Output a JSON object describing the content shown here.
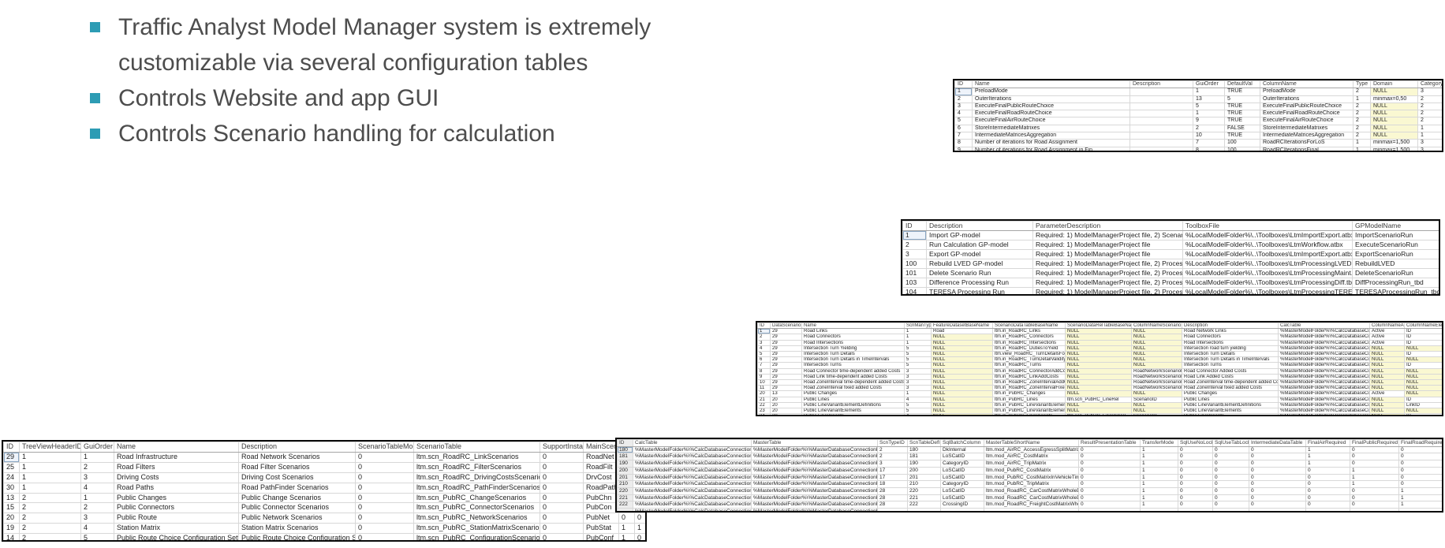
{
  "colors": {
    "bullet_square": "#2D9CB4",
    "body_text": "#4D4D4D",
    "null_cell_bg": "#FAF8D2",
    "grid_line": "#D8D8D8",
    "table_border": "#0A0A0A"
  },
  "slide": {
    "bullets": [
      "Traffic Analyst Model Manager system is extremely customizable via several configuration tables",
      "Controls Website and app GUI",
      "Controls Scenario handling for calculation"
    ]
  },
  "tables": {
    "parameters": {
      "columns": [
        "ID",
        "Name",
        "Description",
        "GuiOrder",
        "DefaultVal",
        "ColumnName",
        "Type",
        "Domain",
        "CategoryID"
      ],
      "rows": [
        [
          "1",
          "PreloadMode",
          "",
          "1",
          "TRUE",
          "PreloadMode",
          "2",
          "NULL",
          "3"
        ],
        [
          "2",
          "OuterIterations",
          "",
          "13",
          "5",
          "OuterIterations",
          "1",
          "minmax=0,50",
          "2"
        ],
        [
          "3",
          "ExecuteFinalPublicRouteChoice",
          "",
          "5",
          "TRUE",
          "ExecuteFinalPublicRouteChoice",
          "2",
          "NULL",
          "2"
        ],
        [
          "4",
          "ExecuteFinalRoadRouteChoice",
          "",
          "1",
          "TRUE",
          "ExecuteFinalRoadRouteChoice",
          "2",
          "NULL",
          "2"
        ],
        [
          "5",
          "ExecuteFinalAirRouteChoice",
          "",
          "9",
          "TRUE",
          "ExecuteFinalAirRouteChoice",
          "2",
          "NULL",
          "2"
        ],
        [
          "6",
          "StoreIntermediateMatrixes",
          "",
          "2",
          "FALSE",
          "StoreIntermediateMatrixes",
          "2",
          "NULL",
          "1"
        ],
        [
          "7",
          "IntermediateMatricesAggregation",
          "",
          "10",
          "TRUE",
          "IntermediateMatricesAggregation",
          "2",
          "NULL",
          "1"
        ],
        [
          "8",
          "Number of iterations for Road Assignment",
          "",
          "7",
          "100",
          "RoadRCIterationsForLoS",
          "1",
          "minmax=1,500",
          "3"
        ],
        [
          "9",
          "Number of iterations for Road Assignment in Fin...",
          "",
          "8",
          "100",
          "RoadRCIterationsFinal",
          "1",
          "minmax=1,500",
          "3"
        ]
      ]
    },
    "gp_models": {
      "columns": [
        "ID",
        "Description",
        "ParameterDescription",
        "ToolboxFile",
        "GPModelName"
      ],
      "rows": [
        [
          "1",
          "Import GP-model",
          "Required: 1) ModelManagerProject file, 2) Scenar...",
          "%LocalModelFolder%\\..\\Toolboxes\\LtmImportExport.atbx",
          "ImportScenarioRun"
        ],
        [
          "2",
          "Run Calculation GP-model",
          "Required: 1) ModelManagerProject file",
          "%LocalModelFolder%\\..\\Toolboxes\\LtmWorkflow.atbx",
          "ExecuteScenarioRun"
        ],
        [
          "3",
          "Export GP-model",
          "Required: 1) ModelManagerProject file",
          "%LocalModelFolder%\\..\\Toolboxes\\LtmImportExport.atbx",
          "ExportScenarioRun"
        ],
        [
          "100",
          "Rebuild LVED GP-model",
          "Required: 1) ModelManagerProject file, 2) Proces...",
          "%LocalModelFolder%\\..\\Toolboxes\\LtmProcessingLVED...",
          "RebuildLVED"
        ],
        [
          "101",
          "Delete Scenario Run",
          "Required: 1) ModelManagerProject file, 2) Proces...",
          "%LocalModelFolder%\\..\\Toolboxes\\LtmProcessingMaint...",
          "DeleteScenarioRun"
        ],
        [
          "103",
          "Difference Processing Run",
          "Required: 1) ModelManagerProject file, 2) Proces...",
          "%LocalModelFolder%\\..\\Toolboxes\\LtmProcessingDiff.tbx",
          "DiffProcessingRun_tbd"
        ],
        [
          "104",
          "TERESA Processing Run",
          "Required: 1) ModelManagerProject file, 2) Proces...",
          "%LocalModelFolder%\\..\\Toolboxes\\LtmProcessingTERE...",
          "TERESAProcessingRun_tbd"
        ]
      ]
    },
    "scenario_data": {
      "columns": [
        "ID",
        "DataScenarioID",
        "Name",
        "ScnManType",
        "FeatureDatasetBaseName",
        "ScenarioDataTableBaseName",
        "ScenarioDataRelTableBaseName",
        "ColumnNameScenarioID",
        "Description",
        "CalcTable",
        "ColumnNameActive",
        "ColumnNameElementID"
      ],
      "rows": [
        [
          "1",
          "29",
          "Road Links",
          "1",
          "Road",
          "ltm.in_RoadRC_Links",
          "NULL",
          "NULL",
          "Road Network Links",
          "%MasterModelFolder%\\%CalcDatabaseConnectionFile...",
          "Active",
          "ID"
        ],
        [
          "2",
          "29",
          "Road Connectors",
          "1",
          "NULL",
          "ltm.in_RoadRC_Connectors",
          "NULL",
          "NULL",
          "Road Connectors",
          "%MasterModelFolder%\\%CalcDatabaseConnectionFile...",
          "Active",
          "ID"
        ],
        [
          "3",
          "29",
          "Road Intersections",
          "1",
          "NULL",
          "ltm.in_RoadRC_Intersections",
          "NULL",
          "NULL",
          "Road Intersections",
          "%MasterModelFolder%\\%CalcDatabaseConnectionFile...",
          "Active",
          "ID"
        ],
        [
          "4",
          "29",
          "Intersection Turn Yielding",
          "5",
          "NULL",
          "ltm.in_RoadRC_DutiesToYield",
          "NULL",
          "NULL",
          "Intersection road turn yielding",
          "%MasterModelFolder%\\%CalcDatabaseConnectionFile...",
          "NULL",
          "NULL"
        ],
        [
          "5",
          "29",
          "Intersection Turn Details",
          "5",
          "NULL",
          "ltm.view_RoadRC_TurnDetailsForImport",
          "NULL",
          "NULL",
          "Intersection Turn Details",
          "%MasterModelFolder%\\%CalcDatabaseConnectionFile...",
          "NULL",
          "ID"
        ],
        [
          "6",
          "29",
          "Intersection Turn Details in TimeIntervals",
          "5",
          "NULL",
          "ltm.in_RoadRC_TurnDetailValidity",
          "NULL",
          "NULL",
          "Intersection Turn Details in TimeIntervals",
          "%MasterModelFolder%\\%CalcDatabaseConnectionFile...",
          "NULL",
          "NULL"
        ],
        [
          "7",
          "29",
          "Intersection Turns",
          "5",
          "NULL",
          "ltm.in_RoadRC_Turns",
          "NULL",
          "NULL",
          "Intersection Turns",
          "%MasterModelFolder%\\%CalcDatabaseConnectionFile...",
          "NULL",
          "ID"
        ],
        [
          "8",
          "29",
          "Road Connector time-dependent added Costs",
          "3",
          "NULL",
          "ltm.in_RoadRC_ConnectorAddCosts",
          "NULL",
          "RoadNetworkScenarioID",
          "Road Connector Added Costs",
          "%MasterModelFolder%\\%CalcDatabaseConnectionFile...",
          "NULL",
          "NULL"
        ],
        [
          "9",
          "29",
          "Road Link time-dependent added Costs",
          "3",
          "NULL",
          "ltm.in_RoadRC_LinkAddCosts",
          "NULL",
          "RoadNetworkScenarioID",
          "Road Link Added Costs",
          "%MasterModelFolder%\\%CalcDatabaseConnectionFile...",
          "NULL",
          "NULL"
        ],
        [
          "10",
          "29",
          "Road ZoneInterval time-dependent added Costs",
          "3",
          "NULL",
          "ltm.in_RoadRC_ZoneIntervalAddCosts",
          "NULL",
          "RoadNetworkScenarioID",
          "Road ZoneInterval time-dependent added Costs",
          "%MasterModelFolder%\\%CalcDatabaseConnectionFile...",
          "NULL",
          "NULL"
        ],
        [
          "11",
          "29",
          "Road ZoneInterval fixed added Costs",
          "3",
          "NULL",
          "ltm.in_RoadRC_ZoneIntervalFixedCosts",
          "NULL",
          "RoadNetworkScenarioID",
          "Road ZoneInterval fixed added Costs",
          "%MasterModelFolder%\\%CalcDatabaseConnectionFile...",
          "NULL",
          "NULL"
        ],
        [
          "20",
          "13",
          "Public Changes",
          "1",
          "NULL",
          "ltm.in_PubRC_Changes",
          "NULL",
          "NULL",
          "Public Changes",
          "%MasterModelFolder%\\%CalcDatabaseConnectionFile...",
          "Active",
          "NULL"
        ],
        [
          "21",
          "20",
          "Public Lines",
          "4",
          "NULL",
          "ltm.in_PubRC_Lines",
          "ltm.scn_PubRC_LineRel",
          "ScenarioID",
          "Public Lines",
          "%MasterModelFolder%\\%CalcDatabaseConnectionFile...",
          "NULL",
          "ID"
        ],
        [
          "22",
          "20",
          "Public LineVariantElementDefinitions",
          "5",
          "NULL",
          "ltm.in_PubRC_LineVariantElementDefinitions",
          "NULL",
          "NULL",
          "Public LineVariantElementDefinitions",
          "%MasterModelFolder%\\%CalcDatabaseConnectionFile...",
          "NULL",
          "LinkID"
        ],
        [
          "23",
          "20",
          "Public LineVariantElements",
          "5",
          "NULL",
          "ltm.in_PubRC_LineVariantElements",
          "NULL",
          "NULL",
          "Public LineVariantElements",
          "%MasterModelFolder%\\%CalcDatabaseConnectionFile...",
          "NULL",
          "NULL"
        ],
        [
          "24",
          "20",
          "Public LineVariants",
          "4",
          "NULL",
          "ltm.in_PubRC_LineVariants",
          "ltm.scn_PubRC_LineVarRel",
          "ScenarioID",
          "Public LineVariants",
          "%MasterModelFolder%\\%CalcDatabaseConnectionFile...",
          "NULL",
          "ID"
        ]
      ]
    },
    "scenario_types": {
      "columns": [
        "ID",
        "TreeViewHeaderID",
        "GuiOrder",
        "Name",
        "Description",
        "ScenarioTableMode",
        "ScenarioTable",
        "SupportInstances",
        "MainScen",
        "",
        ""
      ],
      "rows": [
        [
          "29",
          "1",
          "1",
          "Road Infrastructure",
          "Road Network Scenarios",
          "0",
          "ltm.scn_RoadRC_LinkScenarios",
          "0",
          "RoadNet",
          "",
          ""
        ],
        [
          "25",
          "1",
          "2",
          "Road Filters",
          "Road Filter Scenarios",
          "0",
          "ltm.scn_RoadRC_FilterScenarios",
          "0",
          "RoadFilt",
          "",
          ""
        ],
        [
          "24",
          "1",
          "3",
          "Driving Costs",
          "Driving Cost Scenarios",
          "0",
          "ltm.scn_RoadRC_DrivingCostsScenarios",
          "0",
          "DrvCost",
          "",
          ""
        ],
        [
          "30",
          "1",
          "4",
          "Road Paths",
          "Road PathFinder Scenarios",
          "0",
          "ltm.scn_RoadRC_PathFinderScenarios",
          "0",
          "RoadPath",
          "",
          ""
        ],
        [
          "13",
          "2",
          "1",
          "Public Changes",
          "Public Change Scenarios",
          "0",
          "ltm.scn_PubRC_ChangeScenarios",
          "0",
          "PubChn",
          "",
          ""
        ],
        [
          "15",
          "2",
          "2",
          "Public Connectors",
          "Public Connector Scenarios",
          "0",
          "ltm.scn_PubRC_ConnectorScenarios",
          "0",
          "PubCon",
          "",
          ""
        ],
        [
          "20",
          "2",
          "3",
          "Public Route",
          "Public Network Scenarios",
          "0",
          "ltm.scn_PubRC_NetworkScenarios",
          "0",
          "PubNet",
          "0",
          "0"
        ],
        [
          "19",
          "2",
          "4",
          "Station Matrix",
          "Station Matrix Scenarios",
          "0",
          "ltm.scn_PubRC_StationMatrixScenarios",
          "0",
          "PubStat",
          "1",
          "1"
        ],
        [
          "14",
          "2",
          "5",
          "Public Route Choice Configuration Settings",
          "Public Route Choice Configuration Settings",
          "0",
          "ltm.scn_PubRC_ConfigurationScenarios",
          "0",
          "PubConf",
          "1",
          "0"
        ]
      ]
    },
    "calc_master": {
      "columns": [
        "ID",
        "CalcTable",
        "MasterTable",
        "ScnTypeID",
        "ScnTableDefID",
        "SqlBatchColumn",
        "MasterTableShortName",
        "ResultPresentationTable",
        "TransferMode",
        "SqlUseNoLock",
        "SqlUseTabLock",
        "IntermediateDataTable",
        "FinalAirRequired",
        "FinalPublicRequired",
        "FinalRoadRequired"
      ],
      "rows": [
        [
          "180",
          "%MasterModelFolder%\\%CalcDatabaseConnectionFile...",
          "%MasterModelFolder%\\%MasterDatabaseConnectionFile...",
          "2",
          "180",
          "DkInternal",
          "ltm.mod_AirRC_AccessEgressSplitMatrix",
          "0",
          "1",
          "0",
          "0",
          "0",
          "1",
          "0",
          "0"
        ],
        [
          "181",
          "%MasterModelFolder%\\%CalcDatabaseConnectionFile...",
          "%MasterModelFolder%\\%MasterDatabaseConnectionFile...",
          "2",
          "181",
          "LoSCatID",
          "ltm.mod_AirRC_CostMatrix",
          "0",
          "1",
          "0",
          "0",
          "0",
          "1",
          "0",
          "0"
        ],
        [
          "190",
          "%MasterModelFolder%\\%CalcDatabaseConnectionFile...",
          "%MasterModelFolder%\\%MasterDatabaseConnectionFile...",
          "3",
          "190",
          "CategoryID",
          "ltm.mod_AirRC_TripMatrix",
          "0",
          "1",
          "0",
          "0",
          "0",
          "1",
          "0",
          "0"
        ],
        [
          "200",
          "%MasterModelFolder%\\%CalcDatabaseConnectionFile...",
          "%MasterModelFolder%\\%MasterDatabaseConnectionFile...",
          "17",
          "200",
          "LoSCatID",
          "ltm.mod_PubRC_CostMatrix",
          "0",
          "1",
          "0",
          "0",
          "0",
          "0",
          "1",
          "0"
        ],
        [
          "201",
          "%MasterModelFolder%\\%CalcDatabaseConnectionFile...",
          "%MasterModelFolder%\\%MasterDatabaseConnectionFile...",
          "17",
          "201",
          "LoSCatID",
          "ltm.mod_PubRC_CostMatrixInVehicleTime",
          "0",
          "1",
          "0",
          "0",
          "0",
          "0",
          "1",
          "0"
        ],
        [
          "210",
          "%MasterModelFolder%\\%CalcDatabaseConnectionFile...",
          "%MasterModelFolder%\\%MasterDatabaseConnectionFile...",
          "18",
          "210",
          "CategoryID",
          "ltm.mod_PubRC_TripMatrix",
          "0",
          "1",
          "0",
          "0",
          "0",
          "0",
          "1",
          "0"
        ],
        [
          "220",
          "%MasterModelFolder%\\%CalcDatabaseConnectionFile...",
          "%MasterModelFolder%\\%MasterDatabaseConnectionFile...",
          "28",
          "220",
          "LoSCatID",
          "ltm.mod_RoadRC_CarCostMatrixWholeDay",
          "0",
          "1",
          "0",
          "0",
          "0",
          "0",
          "0",
          "1"
        ],
        [
          "221",
          "%MasterModelFolder%\\%CalcDatabaseConnectionFile...",
          "%MasterModelFolder%\\%MasterDatabaseConnectionFile...",
          "28",
          "221",
          "LoSCatID",
          "ltm.mod_RoadRC_CarCostMatrixWholeDay",
          "0",
          "1",
          "0",
          "0",
          "0",
          "0",
          "0",
          "1"
        ],
        [
          "222",
          "%MasterModelFolder%\\%CalcDatabaseConnectionFile...",
          "%MasterModelFolder%\\%MasterDatabaseConnectionFile...",
          "28",
          "222",
          "CrossingID",
          "ltm.mod_RoadRC_FreightCostMatrixWholeDay",
          "0",
          "1",
          "0",
          "0",
          "0",
          "0",
          "0",
          "1"
        ],
        [
          "",
          "%MasterModelFolder%\\%CalcDatabaseConnectionFile...",
          "%MasterModelFolder%\\%MasterDatabaseConnectionFile...",
          "",
          "",
          "",
          "",
          "",
          "",
          "",
          "",
          "",
          "",
          "",
          ""
        ]
      ]
    }
  }
}
